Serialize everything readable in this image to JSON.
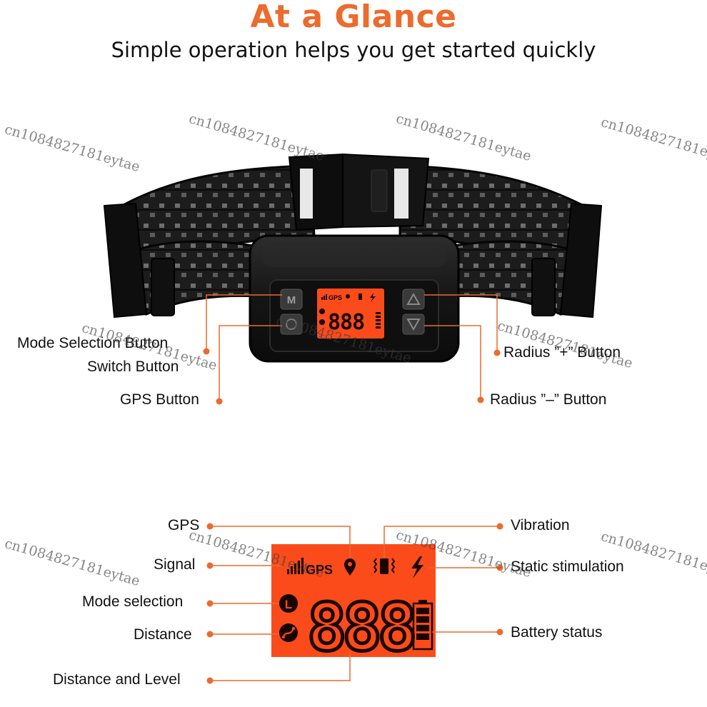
{
  "header": {
    "title": "At a Glance",
    "subtitle": "Simple operation helps you get started quickly"
  },
  "collar": {
    "left_labels": {
      "mode_selection_button": "Mode Selection Button",
      "switch_button": "Switch Button",
      "gps_button": "GPS Button"
    },
    "right_labels": {
      "radius_plus_button": "Radius ”+” Button",
      "radius_minus_button": "Radius ”–” Button"
    },
    "button_m": "M",
    "mini_display": {
      "gps": "GPS",
      "digits": "888"
    }
  },
  "display_legend": {
    "left": {
      "gps": "GPS",
      "signal": "Signal",
      "mode_selection": "Mode selection",
      "distance": "Distance",
      "distance_and_level": "Distance and Level"
    },
    "right": {
      "vibration": "Vibration",
      "static_stimulation": "Static stimulation",
      "battery_status": "Battery status"
    },
    "screen": {
      "gps_text": "GPS",
      "mode_letter": "L",
      "digits": "888"
    }
  },
  "watermark": "cn1084827181eytae",
  "colors": {
    "accent": "#ec6b2d",
    "lcd": "#fb4b1b",
    "body": "#141414"
  }
}
